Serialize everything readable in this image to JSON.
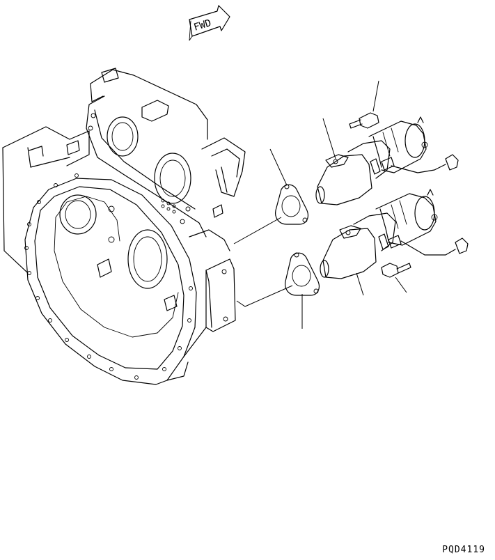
{
  "direction_arrow": {
    "label": "FWD"
  },
  "drawing_code": "PQD4119",
  "parts": [
    {
      "name": "flywheel-housing"
    },
    {
      "name": "gasket-upper"
    },
    {
      "name": "gasket-lower"
    },
    {
      "name": "starter-motor-upper"
    },
    {
      "name": "starter-motor-lower"
    },
    {
      "name": "bolt-upper"
    },
    {
      "name": "bolt-lower"
    }
  ]
}
